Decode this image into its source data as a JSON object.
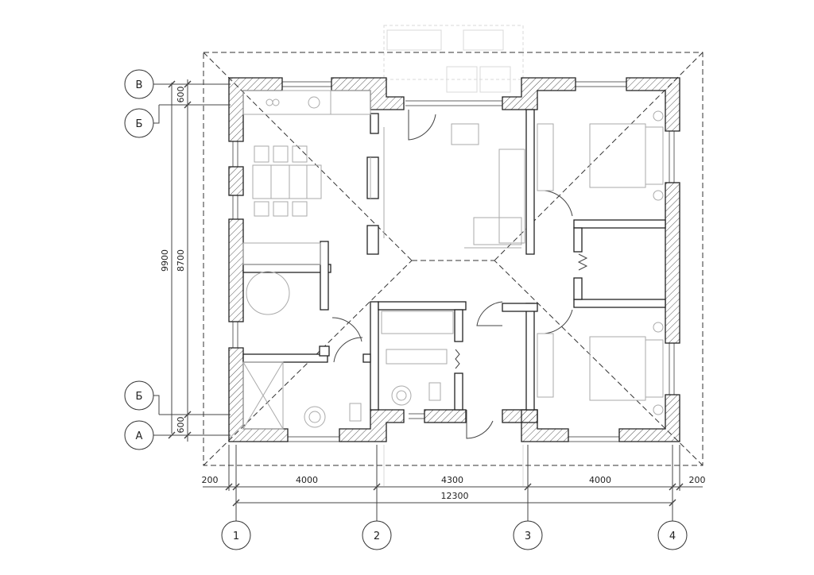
{
  "grid_axes": {
    "columns": [
      "1",
      "2",
      "3",
      "4"
    ],
    "rows": [
      "В",
      "Б",
      "Б",
      "А"
    ]
  },
  "dimensions": {
    "bottom": {
      "left_offset": "200",
      "bay_1_2": "4000",
      "bay_2_3": "4300",
      "bay_3_4": "4000",
      "right_offset": "200",
      "overall": "12300"
    },
    "left": {
      "top_offset": "600",
      "bottom_offset": "600",
      "inner": "8700",
      "overall": "9900"
    }
  }
}
